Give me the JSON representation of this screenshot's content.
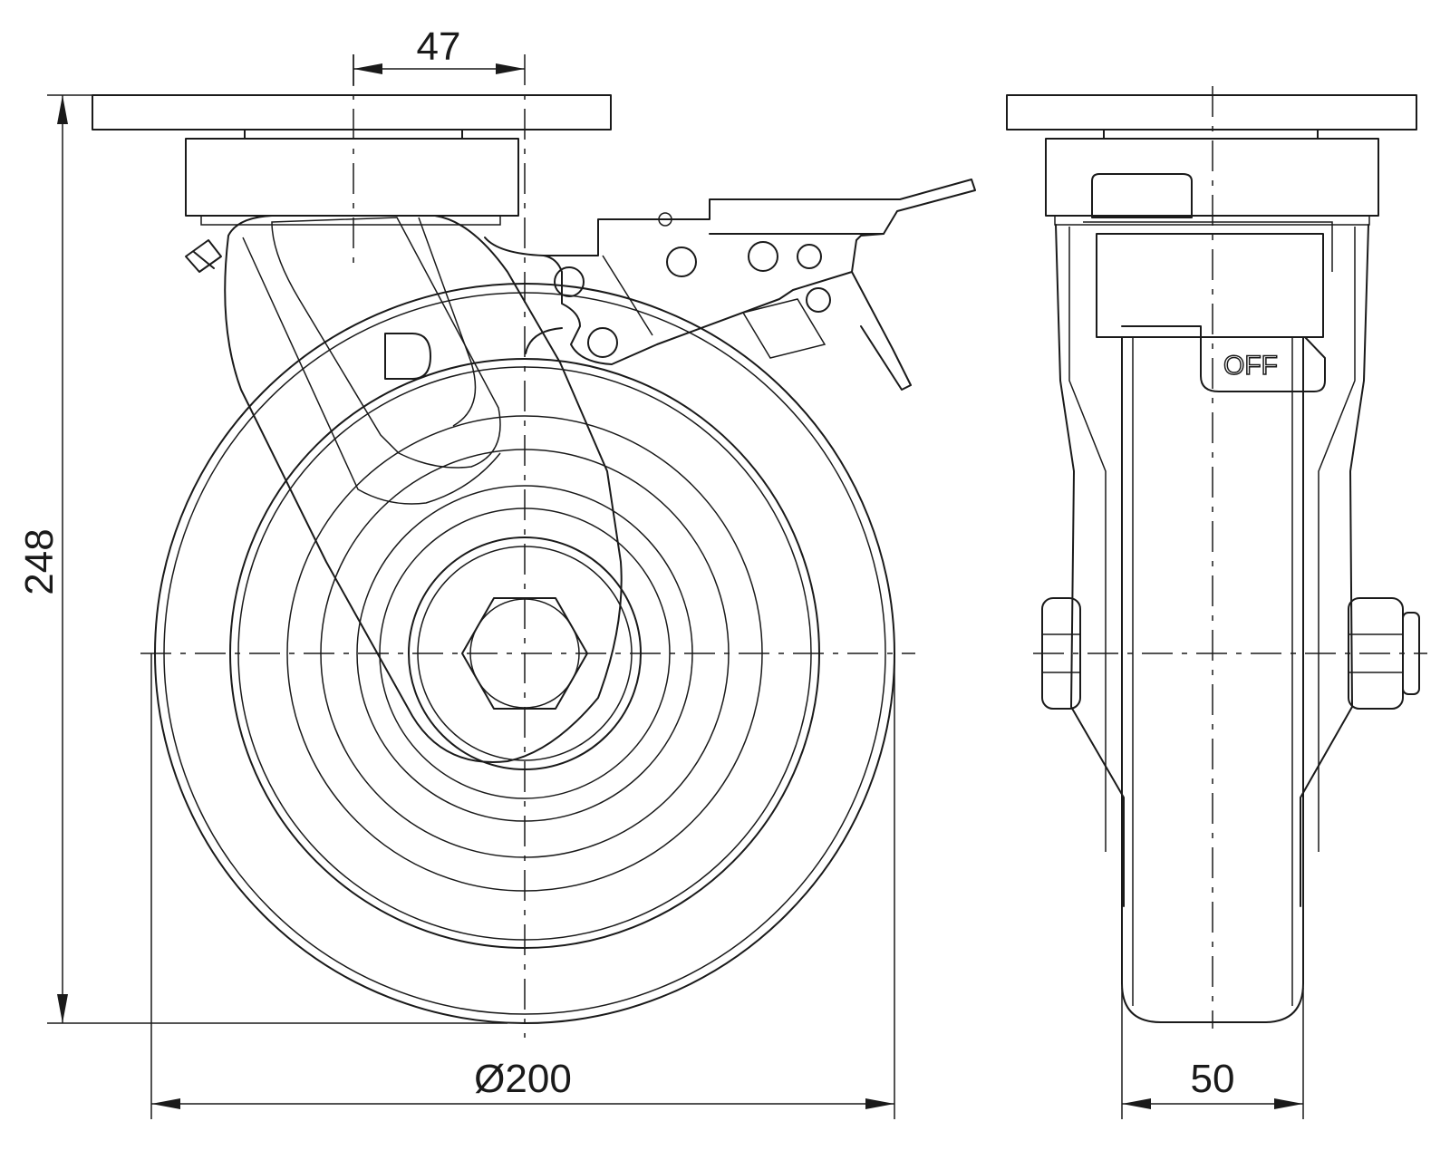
{
  "dimensions": {
    "offset": "47",
    "height": "248",
    "wheel_diameter": "Ø200",
    "wheel_width": "50"
  },
  "labels": {
    "brake_state": "OFF",
    "logo": "D"
  }
}
